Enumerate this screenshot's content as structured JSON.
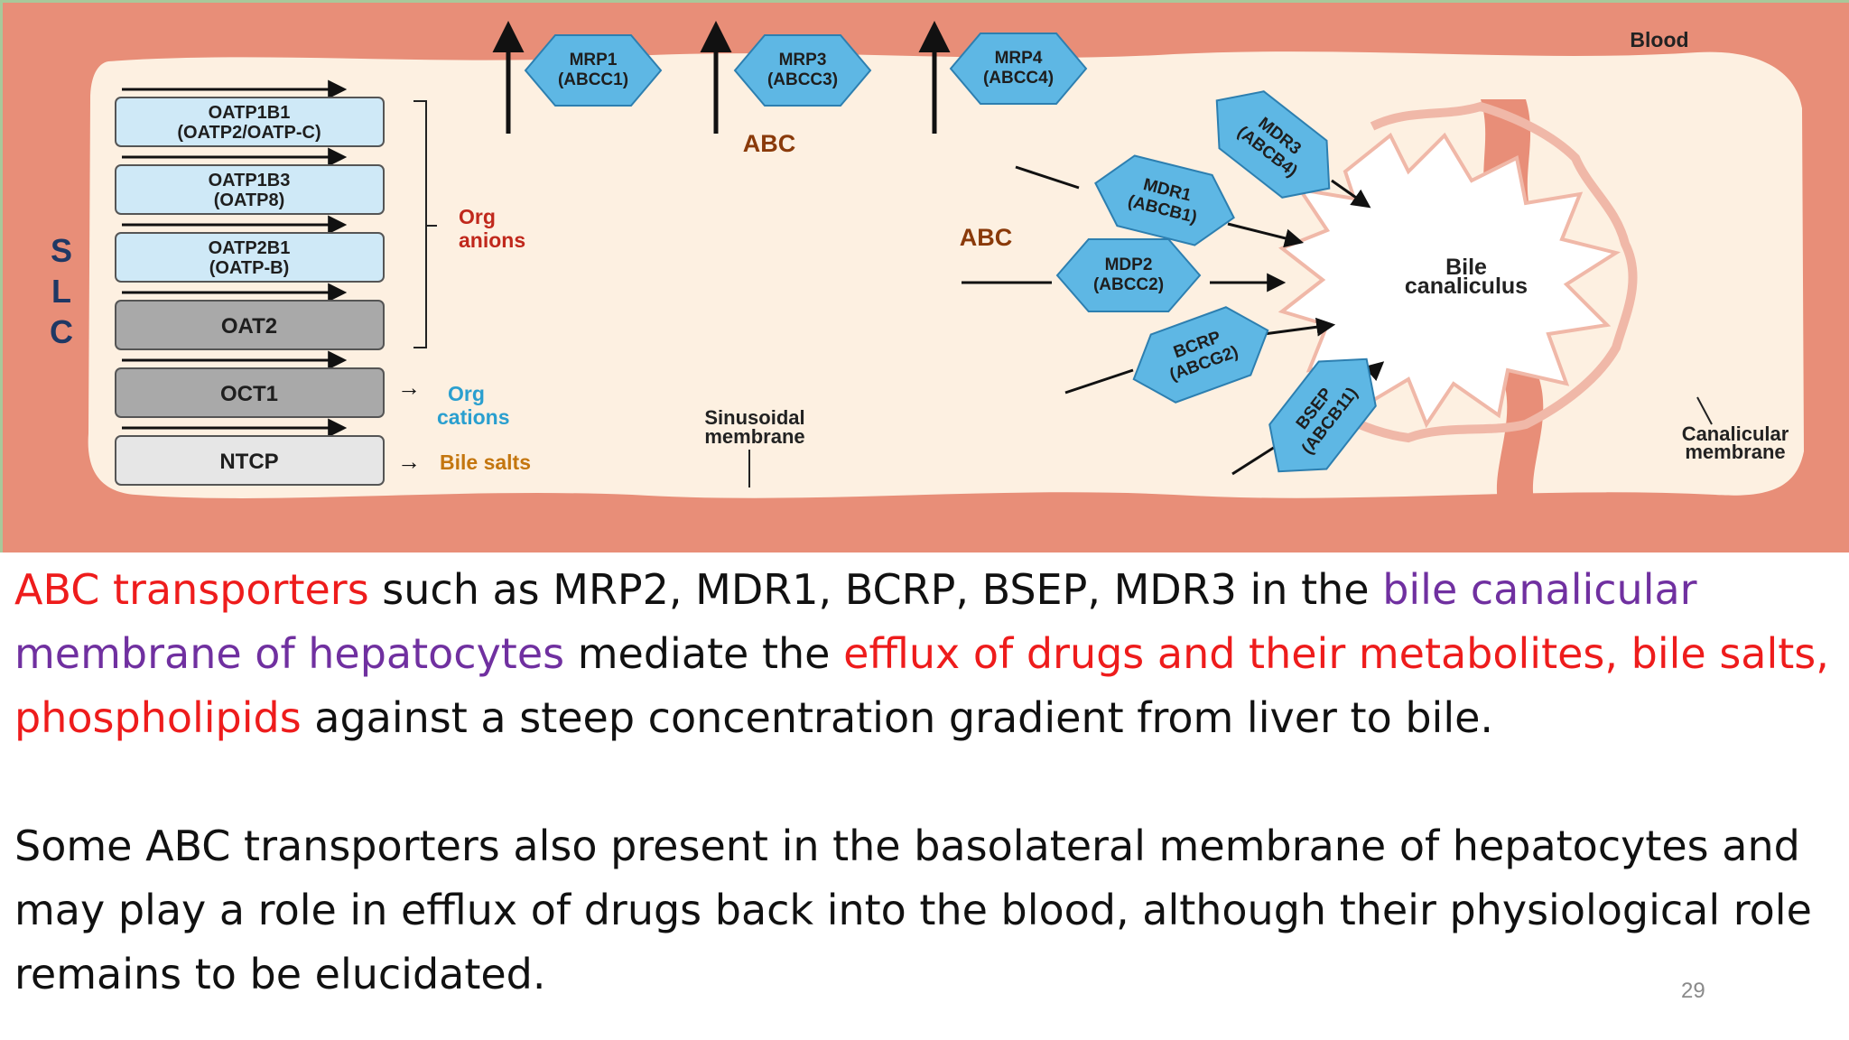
{
  "diagram": {
    "blood_label": "Blood",
    "slc_letters": [
      "S",
      "L",
      "C"
    ],
    "slc_transporters": [
      {
        "line1": "OATP1B1",
        "line2": "(OATP2/OATP-C)",
        "fill": "#cfe9f7"
      },
      {
        "line1": "OATP1B3",
        "line2": "(OATP8)",
        "fill": "#cfe9f7"
      },
      {
        "line1": "OATP2B1",
        "line2": "(OATP-B)",
        "fill": "#cfe9f7"
      },
      {
        "line1": "OAT2",
        "line2": "",
        "fill": "#a9a9a9"
      },
      {
        "line1": "OCT1",
        "line2": "",
        "fill": "#a9a9a9"
      },
      {
        "line1": "NTCP",
        "line2": "",
        "fill": "#e6e6e6"
      }
    ],
    "org_anions": {
      "line1": "Org",
      "line2": "anions"
    },
    "org_cations": {
      "line1": "Org",
      "line2": "cations"
    },
    "bile_salts": "Bile salts",
    "basolateral_abc": [
      {
        "line1": "MRP1",
        "line2": "(ABCC1)"
      },
      {
        "line1": "MRP3",
        "line2": "(ABCC3)"
      },
      {
        "line1": "MRP4",
        "line2": "(ABCC4)"
      }
    ],
    "abc_label_top": "ABC",
    "abc_label_mid": "ABC",
    "canalicular_abc": [
      {
        "line1": "MDR3",
        "line2": "(ABCB4)"
      },
      {
        "line1": "MDR1",
        "line2": "(ABCB1)"
      },
      {
        "line1": "MDP2",
        "line2": "(ABCC2)"
      },
      {
        "line1": "BCRP",
        "line2": "(ABCG2)"
      },
      {
        "line1": "BSEP",
        "line2": "(ABCB11)"
      }
    ],
    "bile_canaliculus": {
      "line1": "Bile",
      "line2": "canaliculus"
    },
    "sinusoidal_membrane": {
      "line1": "Sinusoidal",
      "line2": "membrane"
    },
    "canalicular_membrane": {
      "line1": "Canalicular",
      "line2": "membrane"
    },
    "colors": {
      "blood": "#e88e78",
      "cell": "#fdf0e1",
      "transporter_blue": "#5eb7e4",
      "red_text": "#c0281c",
      "orange_text": "#c4760f",
      "teal_text": "#2a9fcf",
      "abc_text": "#8a3a0a"
    }
  },
  "text": {
    "p1_s1": "ABC transporters",
    "p1_s2": " such as MRP2, MDR1, BCRP, BSEP, MDR3 in the ",
    "p1_s3": "bile canalicular membrane of hepatocytes",
    "p1_s4": " mediate the ",
    "p1_s5": "efflux of drugs and their metabolites, bile salts, phospholipids",
    "p1_s6": " against a steep concentration gradient from liver to bile.",
    "p2": "Some ABC transporters also present in the basolateral membrane of hepatocytes and may play a role in efflux of drugs back into the blood, although their physiological role remains to be elucidated.",
    "colors": {
      "red": "#ee1c1c",
      "purple": "#7030a0",
      "body": "#111111"
    }
  },
  "page_number": "29"
}
